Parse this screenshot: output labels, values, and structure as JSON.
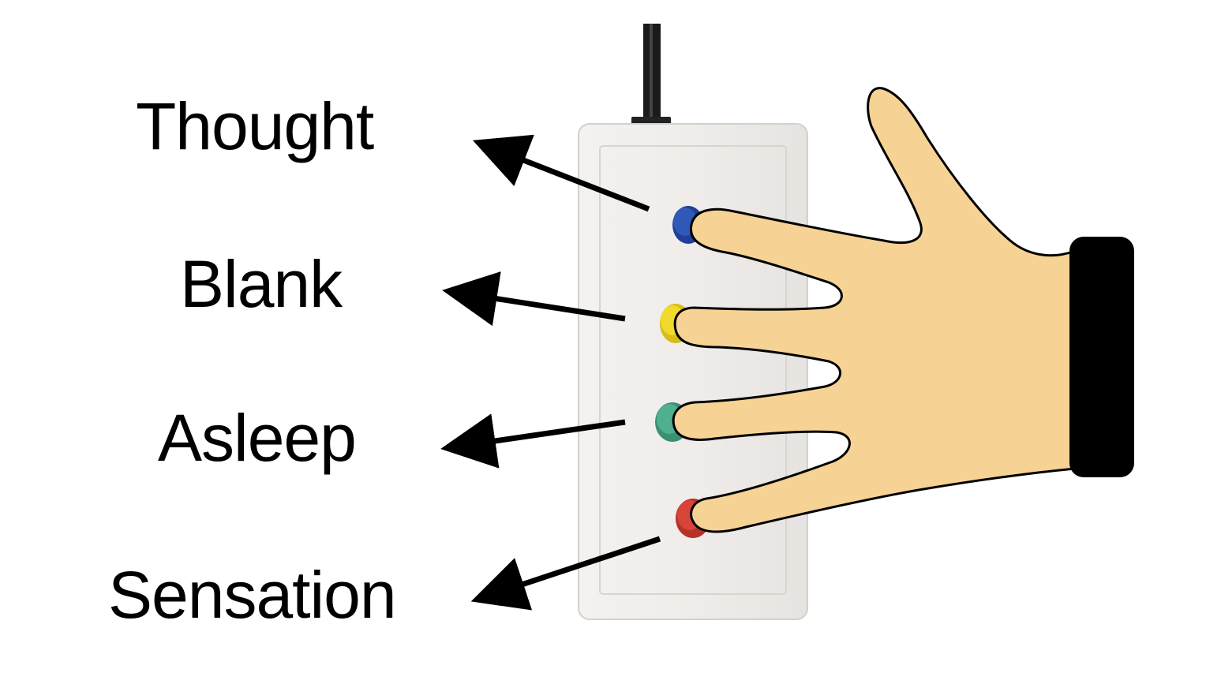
{
  "diagram": {
    "labels": [
      {
        "id": "thought",
        "text": "Thought",
        "button_color": "#2f58b8"
      },
      {
        "id": "blank",
        "text": "Blank",
        "button_color": "#f2da2c"
      },
      {
        "id": "asleep",
        "text": "Asleep",
        "button_color": "#4fb08f"
      },
      {
        "id": "sensation",
        "text": "Sensation",
        "button_color": "#d8443a"
      }
    ],
    "colors": {
      "device_body": "#efecea",
      "device_border": "#d4d0cc",
      "skin": "#f6d394",
      "outline": "#000000",
      "cable": "#1a1a1a"
    }
  }
}
